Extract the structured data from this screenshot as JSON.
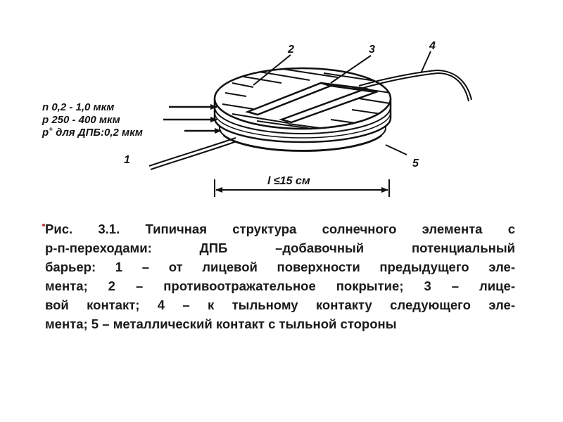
{
  "labels": {
    "l2": "2",
    "l3": "3",
    "l4": "4",
    "l1": "1",
    "l5": "5",
    "layer_n": "n 0,2 - 1,0 мкм",
    "layer_p": "p 250 - 400 мкм",
    "layer_p_plus_base": "p",
    "layer_p_plus_sup": "+",
    "layer_p_plus_rest": " для ДПБ:0,2 мкм",
    "dimension": "l ≤15 см"
  },
  "caption": {
    "lines": [
      "Рис. 3.1. Типичная структура солнечного элемента с",
      "р-п-переходами: ДПБ –добавочный потенциальный",
      "барьер: 1 – от лицевой поверхности предыдущего эле-",
      "мента; 2 – противоотражательное покрытие; 3 – лице-",
      "вой контакт; 4 – к тыльному контакту следующего эле-",
      "мента; 5 – металлический контакт с тыльной стороны"
    ]
  },
  "colors": {
    "ink": "#111111",
    "background": "#ffffff"
  }
}
